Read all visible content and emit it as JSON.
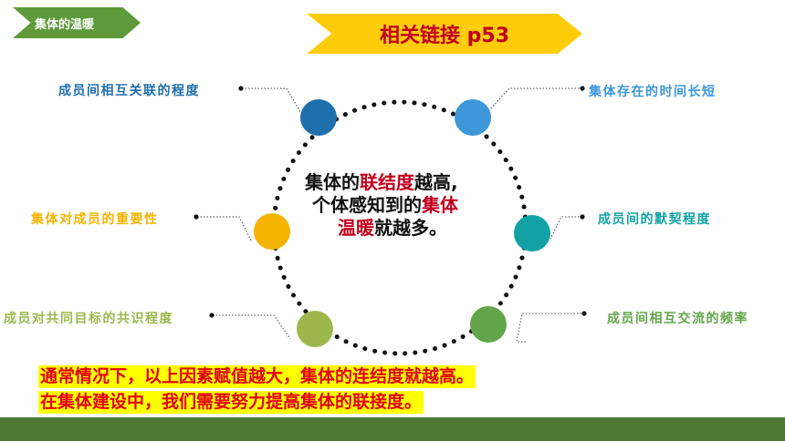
{
  "tag": {
    "label": "集体的温暖"
  },
  "banner": {
    "title": "相关链接 p53"
  },
  "center": {
    "line1a": "集体的",
    "line1b": "联结度",
    "line1c": "越高,",
    "line2a": "个体感知到的",
    "line2b": "集体",
    "line3a": "温暖",
    "line3b": "就越多。"
  },
  "factors": [
    {
      "label": "成员间相互关联的程度",
      "color": "#1f6fad"
    },
    {
      "label": "集体存在的时间长短",
      "color": "#3d97d9"
    },
    {
      "label": "集体对成员的重要性",
      "color": "#f4b400"
    },
    {
      "label": "成员间的默契程度",
      "color": "#12a2a6"
    },
    {
      "label": "成员对共同目标的共识程度",
      "color": "#9cb84d"
    },
    {
      "label": "成员间相互交流的频率",
      "color": "#63a44a"
    }
  ],
  "notes": [
    "通常情况下，以上因素赋值越大，集体的连结度就越高。",
    "在集体建设中，我们需要努力提高集体的联接度。"
  ],
  "colors": {
    "accent_green": "#5e9a3a",
    "banner_yellow": "#ffcc0a",
    "red": "#c0001e",
    "bar_green": "#4d7a33"
  }
}
